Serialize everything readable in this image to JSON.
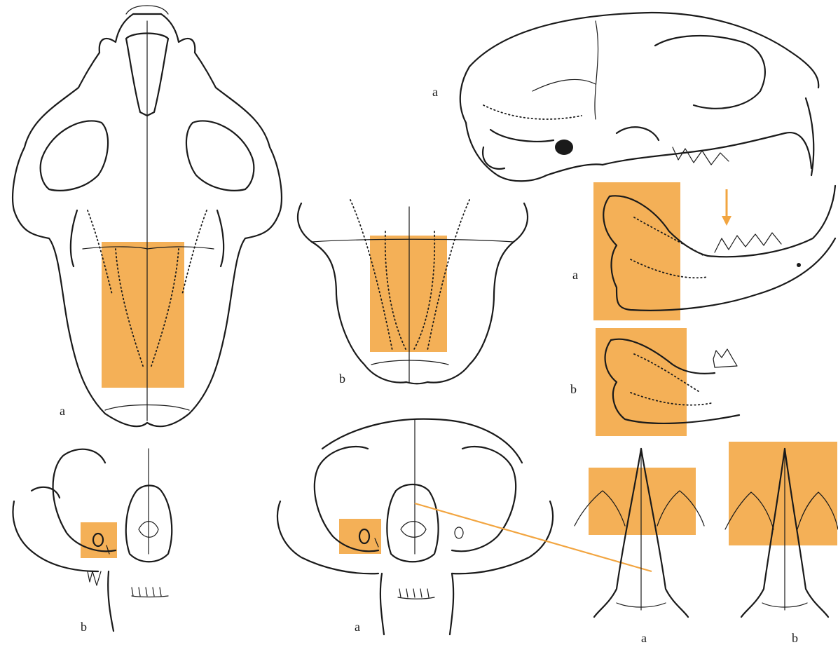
{
  "figure": {
    "background": "#ffffff",
    "highlight_color": "#f2a540",
    "line_color": "#1a1a1a",
    "panel_labels": {
      "dorsal_skull_a": "a",
      "dorsal_skull_b": "b",
      "lateral_skull_a": "a",
      "mandible_a": "a",
      "mandible_b": "b",
      "frontal_skull_b": "b",
      "frontal_skull_a": "a",
      "nasal_a": "a",
      "nasal_b": "b"
    }
  }
}
